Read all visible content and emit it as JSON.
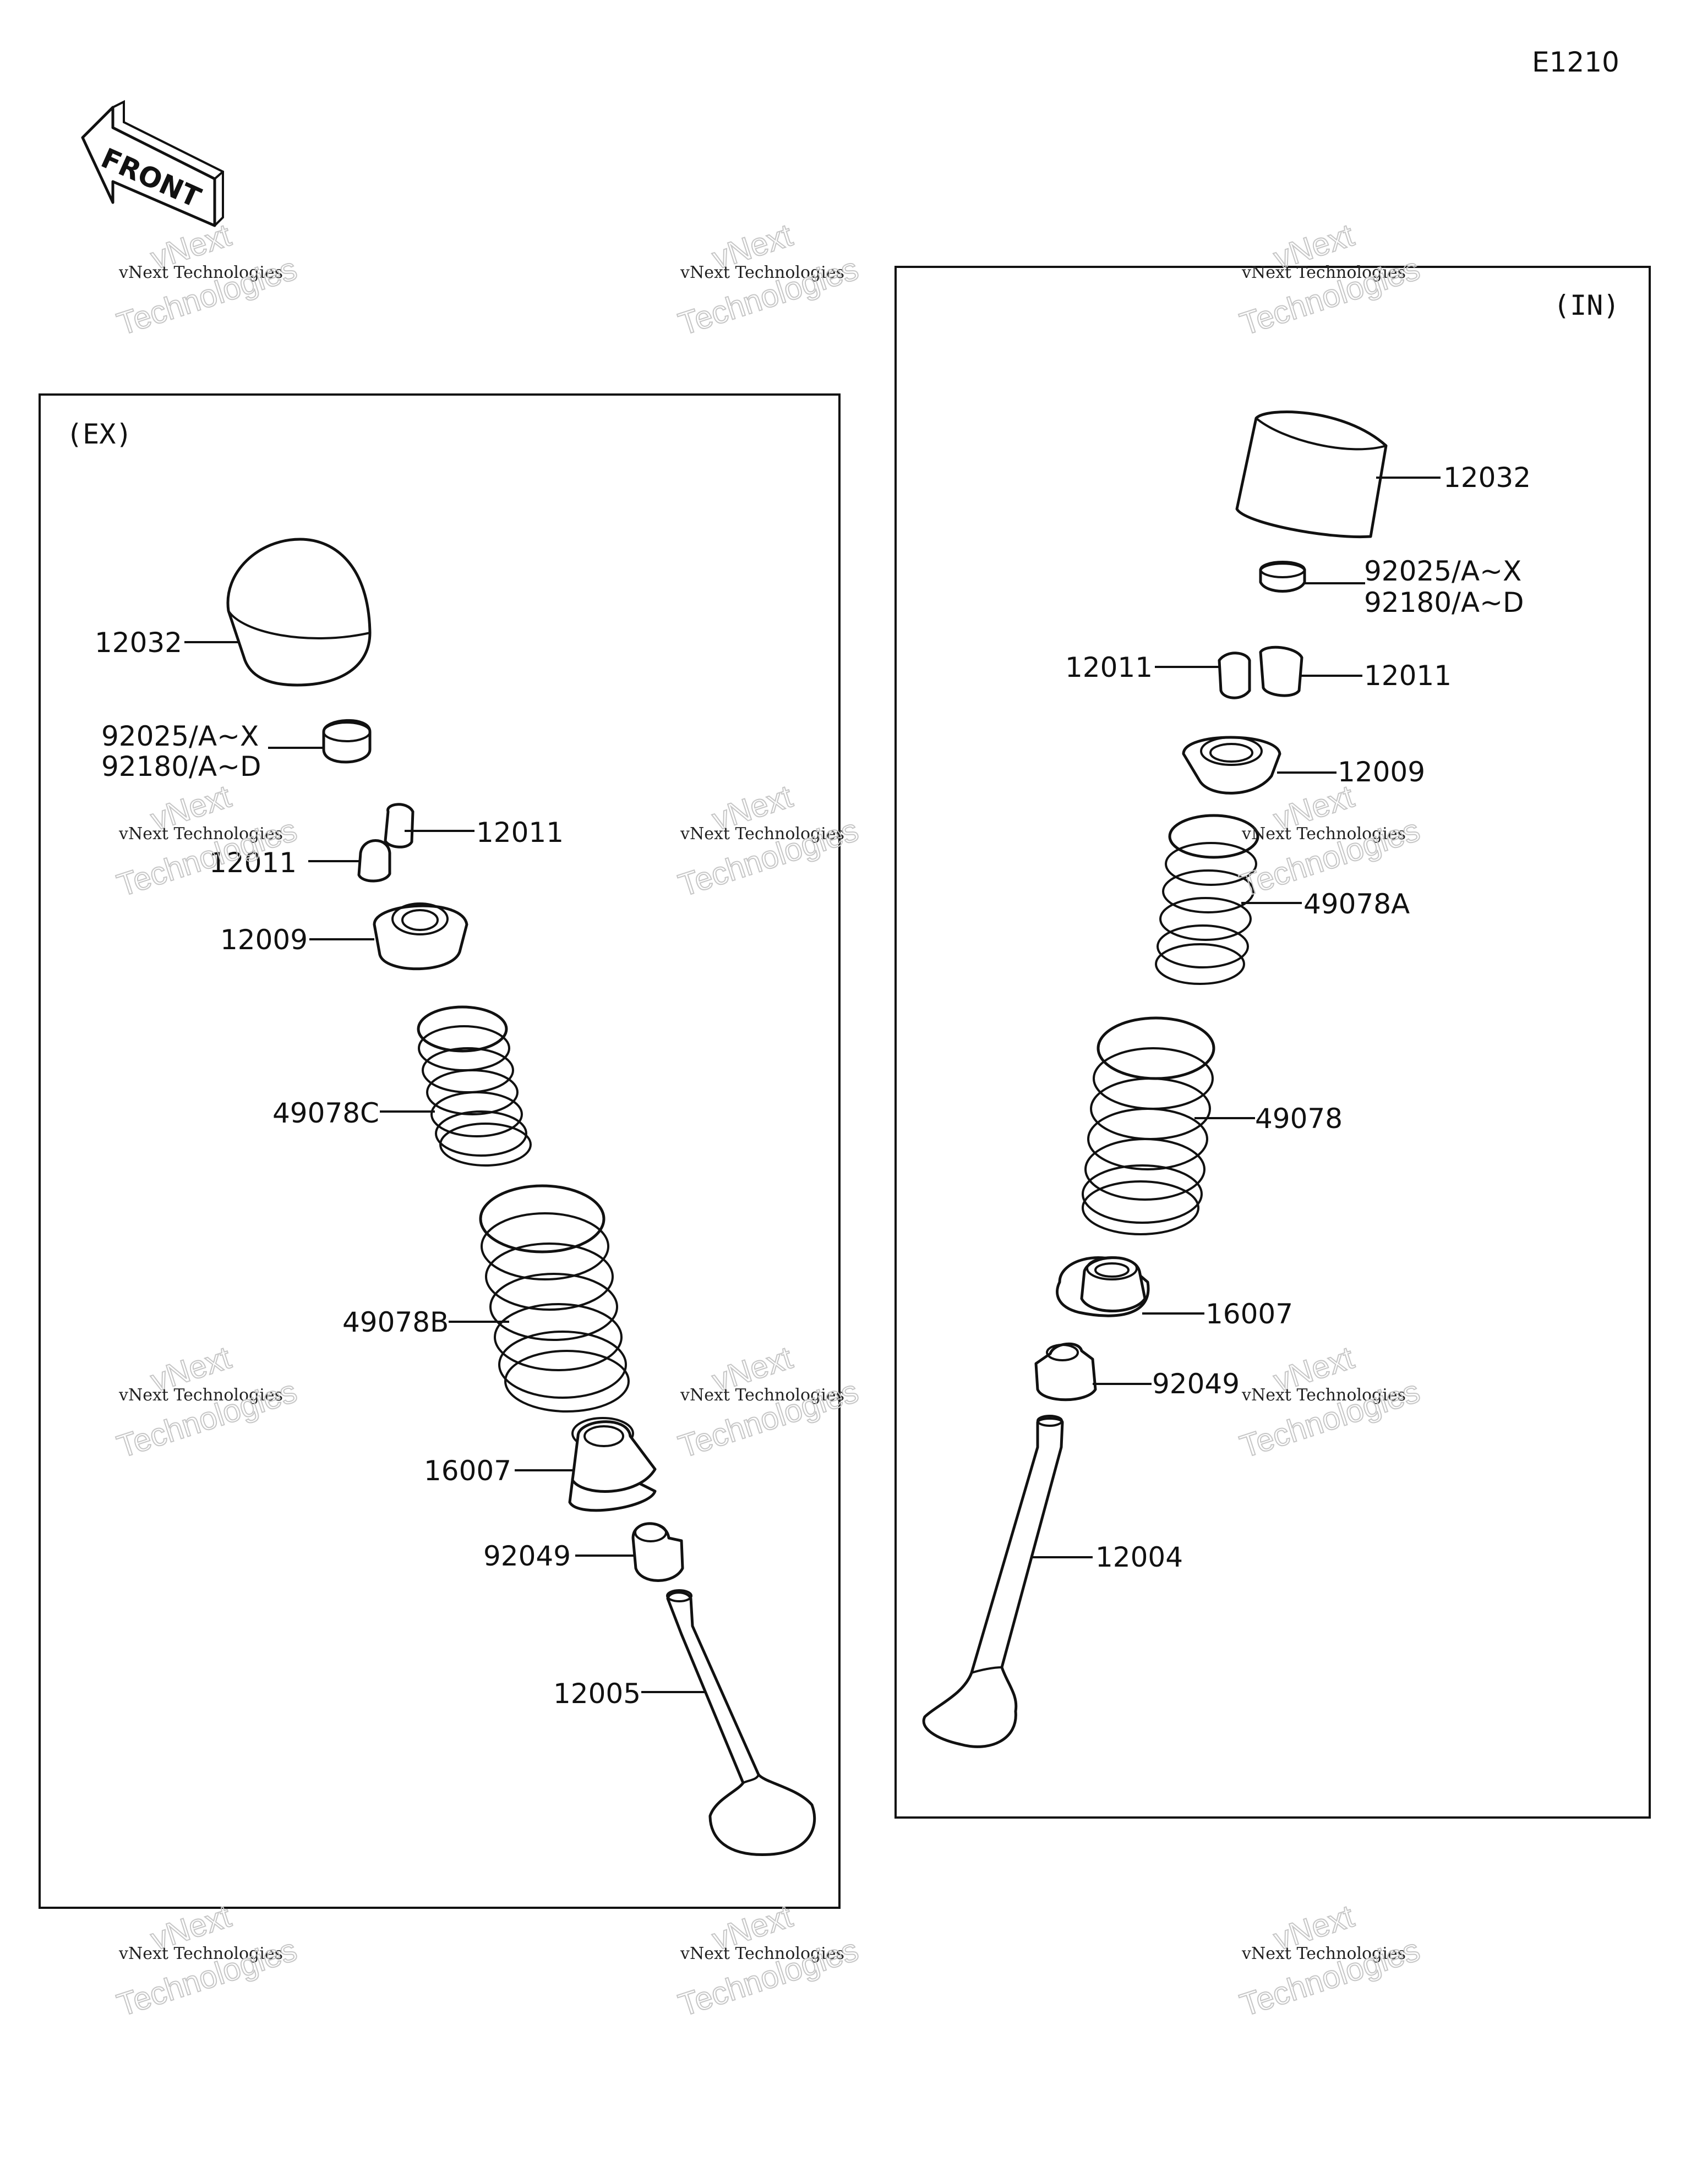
{
  "diagram_code": "E1210",
  "front_label": "FRONT",
  "panels": {
    "exhaust": {
      "label": "(EX)",
      "parts": {
        "lifter": "12032",
        "shim_line1": "92025/A~X",
        "shim_line2": "92180/A~D",
        "keeper_a": "12011",
        "keeper_b": "12011",
        "retainer": "12009",
        "spring_inner": "49078C",
        "spring_outer": "49078B",
        "spring_seat": "16007",
        "stem_seal": "92049",
        "valve": "12005"
      }
    },
    "intake": {
      "label": "(IN)",
      "parts": {
        "lifter": "12032",
        "shim_line1": "92025/A~X",
        "shim_line2": "92180/A~D",
        "keeper_a": "12011",
        "keeper_b": "12011",
        "retainer": "12009",
        "spring_inner": "49078A",
        "spring_outer": "49078",
        "spring_seat": "16007",
        "stem_seal": "92049",
        "valve": "12004"
      }
    }
  },
  "watermark": {
    "line1": "vNext Technologies",
    "line2": "Technologies",
    "line3": "vNext"
  }
}
